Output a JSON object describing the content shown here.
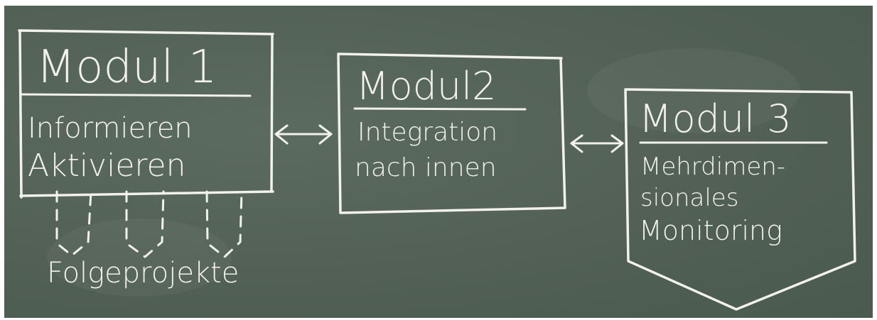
{
  "colors": {
    "board": "#526055",
    "chalk": "#f2f2ea",
    "page": "#ffffff"
  },
  "modules": [
    {
      "title": "Modul 1",
      "lines": [
        "Informieren",
        "Aktivieren"
      ]
    },
    {
      "title": "Modul2",
      "lines": [
        "Integration",
        "nach innen"
      ]
    },
    {
      "title": "Modul 3",
      "lines": [
        "Mehrdimen-",
        "sionales",
        "Monitoring"
      ]
    }
  ],
  "followups": {
    "label": "Folgeprojekte"
  }
}
